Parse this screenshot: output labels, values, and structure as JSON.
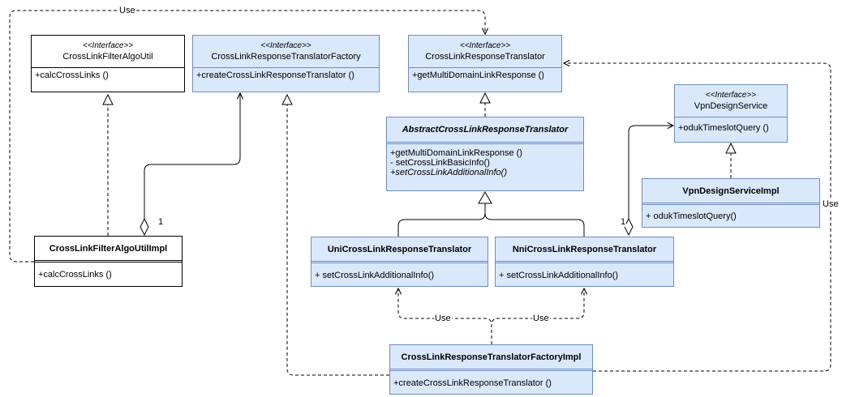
{
  "colors": {
    "interface_fill": "#dae8fc",
    "interface_border": "#6c8ebf",
    "plain_fill": "#ffffff",
    "line": "#000000"
  },
  "classes": {
    "crosslink_filter_algo_util": {
      "stereotype": "<<Interface>>",
      "name": "CrossLinkFilterAlgoUtil",
      "ops": [
        "+calcCrossLinks ()"
      ]
    },
    "crosslink_response_translator_factory": {
      "stereotype": "<<Interface>>",
      "name": "CrossLinkResponseTranslatorFactory",
      "ops": [
        "+createCrossLinkResponseTranslator ()"
      ]
    },
    "crosslink_response_translator": {
      "stereotype": "<<Interface>>",
      "name": "CrossLinkResponseTranslator",
      "ops": [
        "+getMultiDomainLinkResponse ()"
      ]
    },
    "vpn_design_service": {
      "stereotype": "<<Interface>>",
      "name": "VpnDesignService",
      "ops": [
        "+odukTimeslotQuery ()"
      ]
    },
    "abstract_crosslink_response_translator": {
      "name": "AbstractCrossLinkResponseTranslator",
      "ops": [
        "+getMultiDomainLinkResponse ()",
        "- setCrossLinkBasicInfo()",
        "+setCrossLinkAdditionalInfo()"
      ]
    },
    "vpn_design_service_impl": {
      "name": "VpnDesignServiceImpl",
      "ops": [
        "+ odukTimeslotQuery()"
      ]
    },
    "crosslink_filter_algo_util_impl": {
      "name": "CrossLinkFilterAlgoUtilImpl",
      "ops": [
        "+calcCrossLinks ()"
      ]
    },
    "uni_crosslink_response_translator": {
      "name": "UniCrossLinkResponseTranslator",
      "ops": [
        "+ setCrossLinkAdditionalInfo()"
      ]
    },
    "nni_crosslink_response_translator": {
      "name": "NniCrossLinkResponseTranslator",
      "ops": [
        "+ setCrossLinkAdditionalInfo()"
      ]
    },
    "crosslink_response_translator_factory_impl": {
      "name": "CrossLinkResponseTranslatorFactoryImpl",
      "ops": [
        "+createCrossLinkResponseTranslator ()"
      ]
    }
  },
  "edge_labels": {
    "use_top": "Use",
    "use_right": "Use",
    "use_uni": "Use",
    "use_nni": "Use",
    "mult_filter_impl": "1",
    "mult_nni": "1"
  }
}
